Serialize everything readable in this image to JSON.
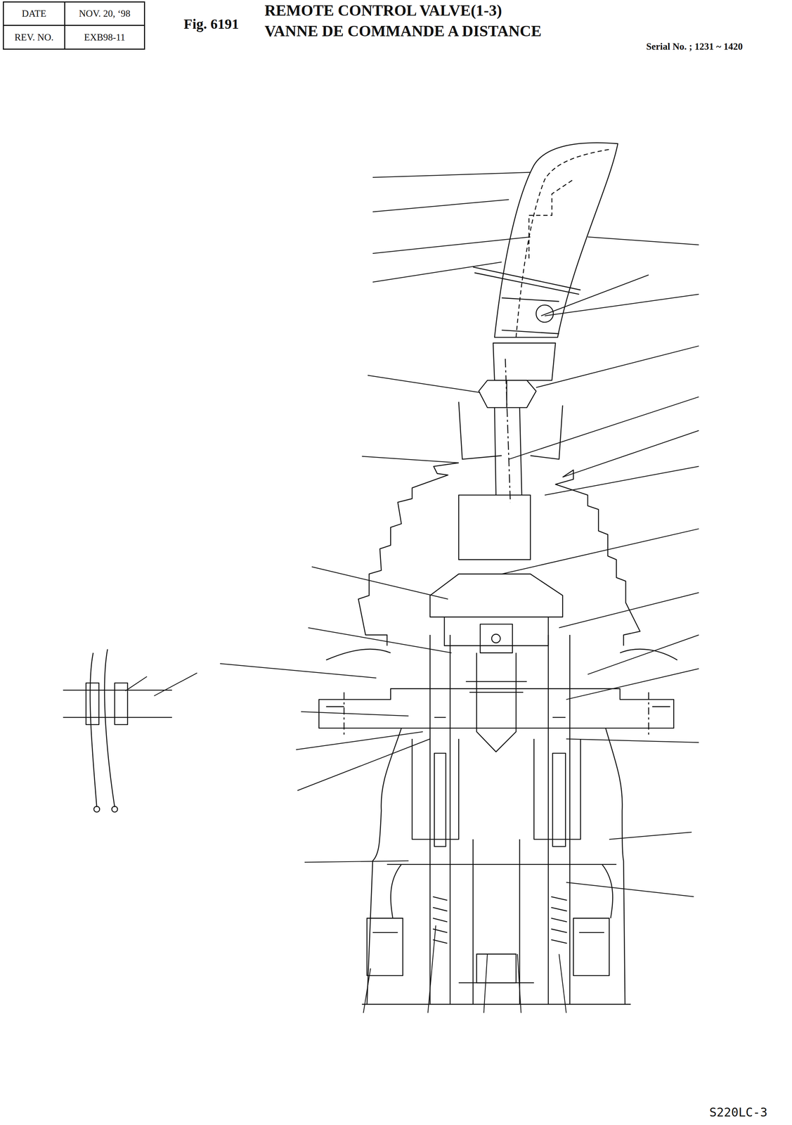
{
  "diagram": {
    "title": "REMOTE CONTROL VALVE(1-3)",
    "nodes": [
      {
        "text": [
          "DATE"
        ]
      },
      {
        "text": [
          "NOV. 20, ‘98"
        ]
      },
      {
        "text": [
          "REV. NO."
        ]
      },
      {
        "text": [
          "EXB98-11"
        ]
      }
    ],
    "edges": [],
    "labels": [
      "Fig. 6191",
      "VANNE DE COMMANDE A DISTANCE",
      "Serial No. ; 1231 ~ 1420",
      "S220LC-3"
    ]
  }
}
